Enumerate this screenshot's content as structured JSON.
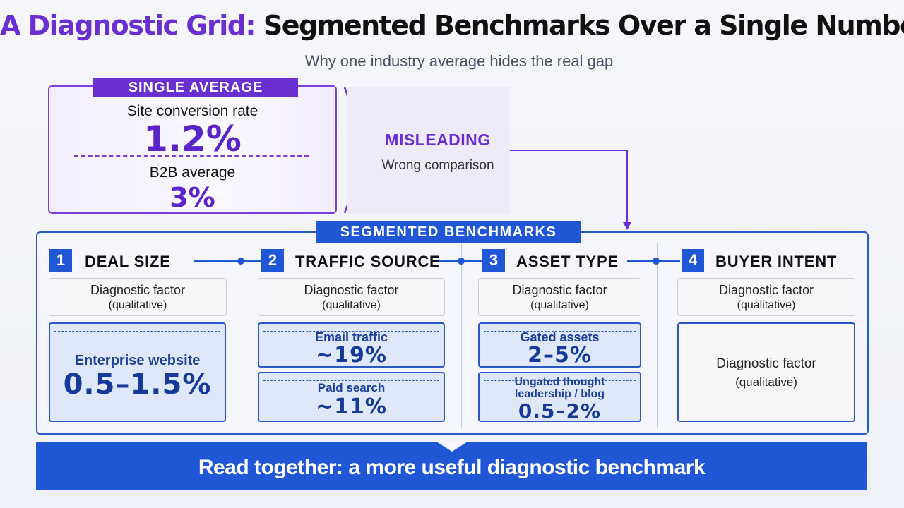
{
  "title": {
    "accent": "A Diagnostic Grid:",
    "rest": "Segmented Benchmarks Over a Single Number"
  },
  "subtitle": "Why one industry average hides the real gap",
  "single_average": {
    "tag": "SINGLE AVERAGE",
    "site_label": "Site conversion rate",
    "site_value": "1.2%",
    "b2b_label": "B2B average",
    "b2b_value": "3%"
  },
  "misleading": {
    "title": "MISLEADING",
    "subtitle": "Wrong comparison"
  },
  "segmented": {
    "tag": "SEGMENTED BENCHMARKS",
    "columns": [
      {
        "number": "1",
        "heading": "DEAL SIZE",
        "factor_line1": "Diagnostic factor",
        "factor_line2": "(qualitative)",
        "stats": [
          {
            "label": "Enterprise website",
            "value": "0.5–1.5%"
          }
        ]
      },
      {
        "number": "2",
        "heading": "TRAFFIC SOURCE",
        "factor_line1": "Diagnostic factor",
        "factor_line2": "(qualitative)",
        "stats": [
          {
            "label": "Email traffic",
            "value": "~19%"
          },
          {
            "label": "Paid search",
            "value": "~11%"
          }
        ]
      },
      {
        "number": "3",
        "heading": "ASSET TYPE",
        "factor_line1": "Diagnostic factor",
        "factor_line2": "(qualitative)",
        "stats": [
          {
            "label": "Gated assets",
            "value": "2–5%"
          },
          {
            "label_line1": "Ungated thought",
            "label_line2": "leadership / blog",
            "value": "0.5–2%"
          }
        ]
      },
      {
        "number": "4",
        "heading": "BUYER INTENT",
        "factor_line1": "Diagnostic factor",
        "factor_line2": "(qualitative)",
        "box_line1": "Diagnostic factor",
        "box_line2": "(qualitative)"
      }
    ]
  },
  "banner": "Read together: a more useful diagnostic benchmark",
  "colors": {
    "purple": "#6a2fd0",
    "blue": "#1f57d6"
  }
}
